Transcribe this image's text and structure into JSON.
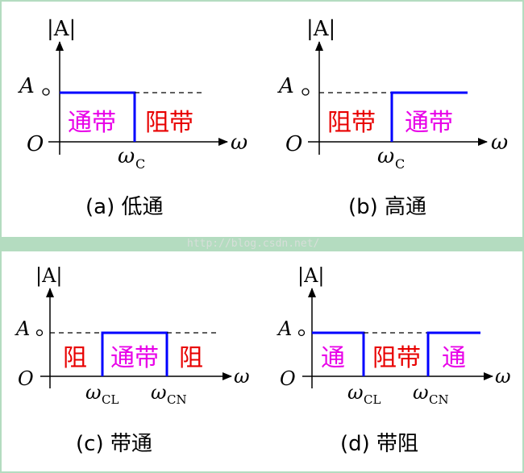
{
  "axis": {
    "y_label": "|A|",
    "x_label": "ω",
    "origin": "O",
    "amp_sym": "A",
    "amp_sub": "0"
  },
  "panels": {
    "a": {
      "caption": "(a) 低通",
      "left_band": "通带",
      "right_band": "阻带",
      "cut_main": "ω",
      "cut_sub": "C"
    },
    "b": {
      "caption": "(b) 高通",
      "left_band": "阻带",
      "right_band": "通带",
      "cut_main": "ω",
      "cut_sub": "C"
    },
    "c": {
      "caption": "(c) 带通",
      "left_band": "阻",
      "mid_band": "通带",
      "right_band": "阻",
      "cut1_main": "ω",
      "cut1_sub": "CL",
      "cut2_main": "ω",
      "cut2_sub": "CN"
    },
    "d": {
      "caption": "(d) 带阻",
      "left_band": "通",
      "mid_band": "阻带",
      "right_band": "通",
      "cut1_main": "ω",
      "cut1_sub": "CL",
      "cut2_main": "ω",
      "cut2_sub": "CN"
    }
  },
  "watermark": "http://blog.csdn.net/",
  "colors": {
    "response_line": "#0000ff",
    "pass_text": "#e800e8",
    "stop_text": "#e80000",
    "border": "#b4dcc0"
  }
}
